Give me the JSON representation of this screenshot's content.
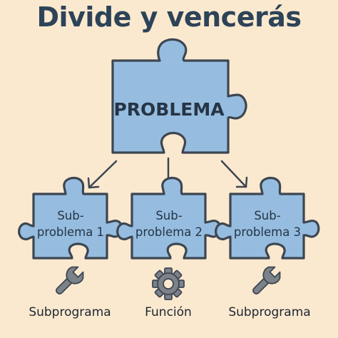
{
  "title": "Divide y vencerás",
  "main": {
    "label": "PROBLEMA"
  },
  "subproblems": [
    {
      "line1": "Sub-",
      "line2": "problema 1",
      "icon": "wrench-icon",
      "caption": "Subprograma"
    },
    {
      "line1": "Sub-",
      "line2": "problema 2",
      "icon": "gear-icon",
      "caption": "Función"
    },
    {
      "line1": "Sub-",
      "line2": "problema 3",
      "icon": "wrench-icon",
      "caption": "Subprograma"
    }
  ],
  "colors": {
    "background": "#fbe9cf",
    "piece_fill": "#96bde0",
    "piece_outline": "#3d4651",
    "title": "#2d4358",
    "icon": "#7c8289"
  }
}
